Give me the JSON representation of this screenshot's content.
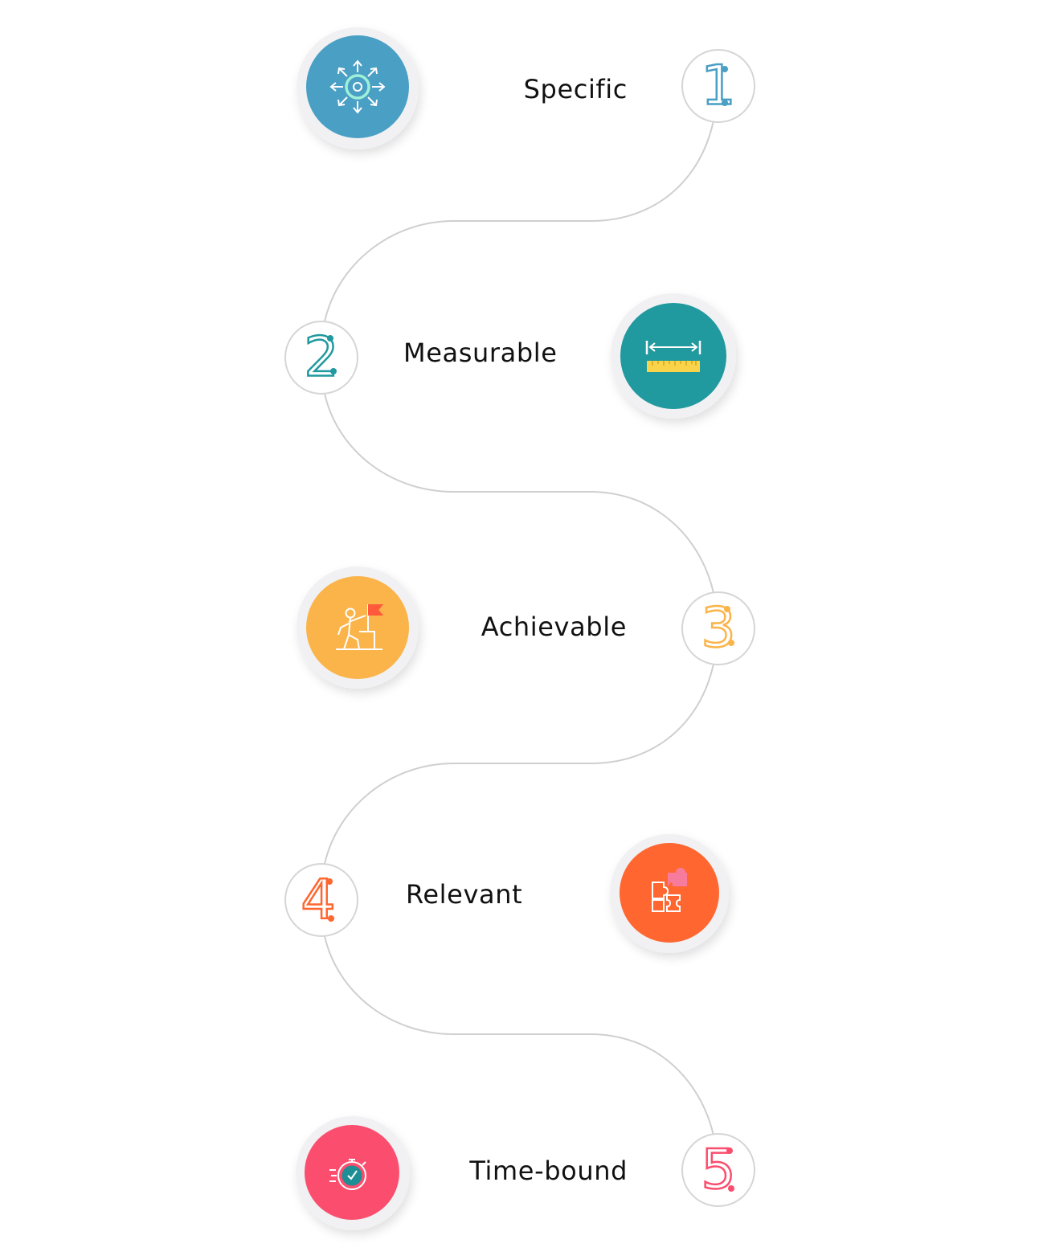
{
  "steps": [
    {
      "number": "1",
      "label": "Specific",
      "color": "#4a9fc4",
      "icon": "target-arrows-icon"
    },
    {
      "number": "2",
      "label": "Measurable",
      "color": "#20999f",
      "icon": "ruler-icon"
    },
    {
      "number": "3",
      "label": "Achievable",
      "color": "#fbb44a",
      "icon": "person-flag-icon"
    },
    {
      "number": "4",
      "label": "Relevant",
      "color": "#ff6630",
      "icon": "puzzle-icon"
    },
    {
      "number": "5",
      "label": "Time-bound",
      "color": "#fb4e6e",
      "icon": "stopwatch-icon"
    }
  ]
}
